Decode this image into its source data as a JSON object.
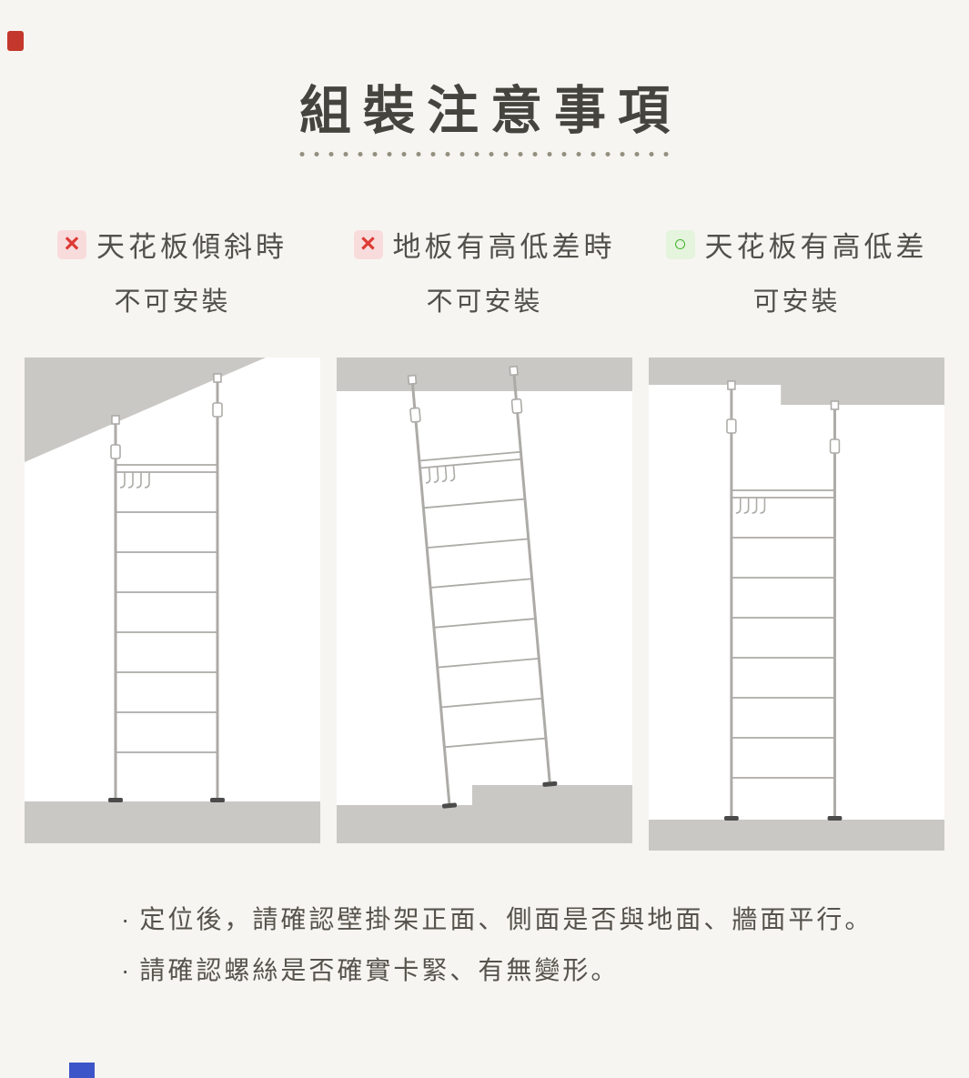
{
  "page": {
    "background": "#f7f5f1",
    "title": "組裝注意事項"
  },
  "columns": [
    {
      "mark_glyph": "×",
      "mark_type": "not-allowed",
      "heading": "天花板傾斜時",
      "subheading": "不可安裝"
    },
    {
      "mark_glyph": "×",
      "mark_type": "not-allowed",
      "heading": "地板有高低差時",
      "subheading": "不可安裝"
    },
    {
      "mark_glyph": "○",
      "mark_type": "allowed",
      "heading": "天花板有高低差",
      "subheading": "可安裝"
    }
  ],
  "notes": {
    "bullet": "·",
    "items": [
      "定位後，請確認壁掛架正面、側面是否與地面、牆面平行。",
      "請確認螺絲是否確實卡緊、有無變形。"
    ]
  },
  "colors": {
    "not_allowed_red": "#dd3a34",
    "not_allowed_bg": "#f8dcdc",
    "allowed_green": "#3fb32a",
    "allowed_bg": "#e5f4dd",
    "heading_text": "#52504a",
    "structure_gray": "#c9c8c5",
    "rack_line": "#adaba7"
  }
}
